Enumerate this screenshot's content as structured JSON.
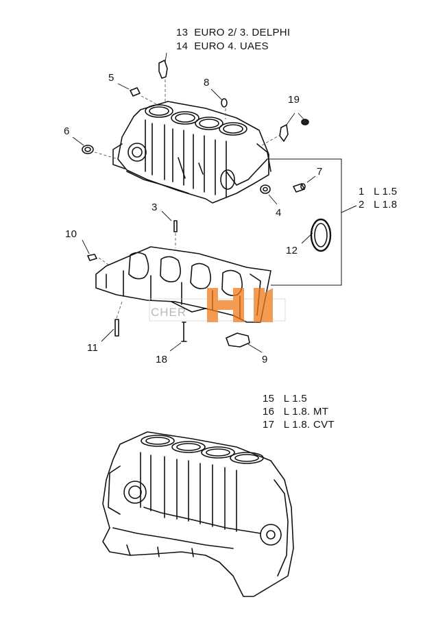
{
  "callouts": {
    "c1": "1",
    "c1_label": "L 1.5",
    "c2": "2",
    "c2_label": "L 1.8",
    "c3": "3",
    "c4": "4",
    "c5": "5",
    "c6": "6",
    "c7": "7",
    "c8": "8",
    "c9": "9",
    "c10": "10",
    "c11": "11",
    "c12": "12",
    "c13": "13",
    "c13_label": "EURO 2/ 3. DELPHI",
    "c14": "14",
    "c14_label": "EURO 4. UAES",
    "c15": "15",
    "c15_label": "L 1.5",
    "c16": "16",
    "c16_label": "L 1.8. MT",
    "c17": "17",
    "c17_label": "L 1.8. CVT",
    "c18": "18",
    "c19": "19"
  },
  "watermark": {
    "text": "CHER",
    "logo_color": "#f07a1a"
  }
}
